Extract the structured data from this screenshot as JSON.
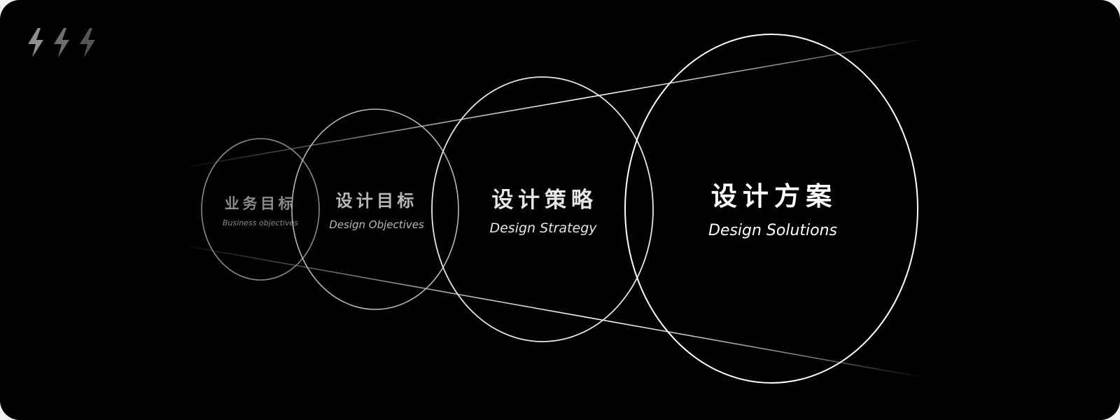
{
  "brand": {
    "icon": "lightning-bolts",
    "colors": [
      "#8e8e8e",
      "#6e6e6e",
      "#555555"
    ]
  },
  "stages": [
    {
      "cn": "业务目标",
      "en": "Business objectives",
      "color": "#8a8a8a"
    },
    {
      "cn": "设计目标",
      "en": "Design Objectives",
      "color": "#b8b8b8"
    },
    {
      "cn": "设计策略",
      "en": "Design Strategy",
      "color": "#e6e6e6"
    },
    {
      "cn": "设计方案",
      "en": "Design Solutions",
      "color": "#ffffff"
    }
  ]
}
